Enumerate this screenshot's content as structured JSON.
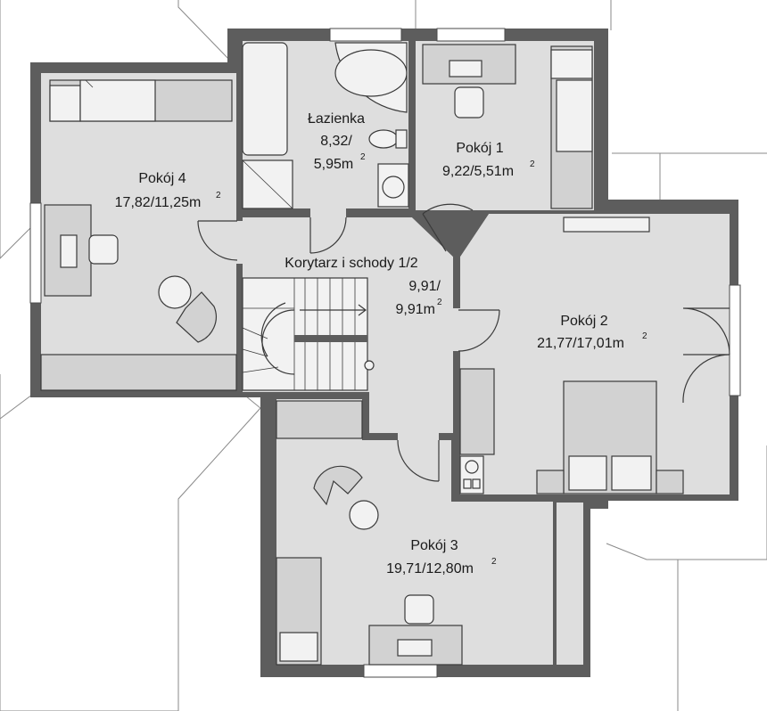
{
  "rooms": {
    "pokoj4": {
      "name": "Pokój 4",
      "area": "17,82/11,25m",
      "sup": "2"
    },
    "lazienka": {
      "name": "Łazienka",
      "area1": "8,32/",
      "area2": "5,95m",
      "sup": "2"
    },
    "pokoj1": {
      "name": "Pokój 1",
      "area": "9,22/5,51m",
      "sup": "2"
    },
    "korytarz": {
      "name": "Korytarz i schody 1/2",
      "area1": "9,91/",
      "area2": "9,91m",
      "sup": "2"
    },
    "pokoj2": {
      "name": "Pokój 2",
      "area": "21,77/17,01m",
      "sup": "2"
    },
    "pokoj3": {
      "name": "Pokój 3",
      "area": "19,71/12,80m",
      "sup": "2"
    }
  }
}
